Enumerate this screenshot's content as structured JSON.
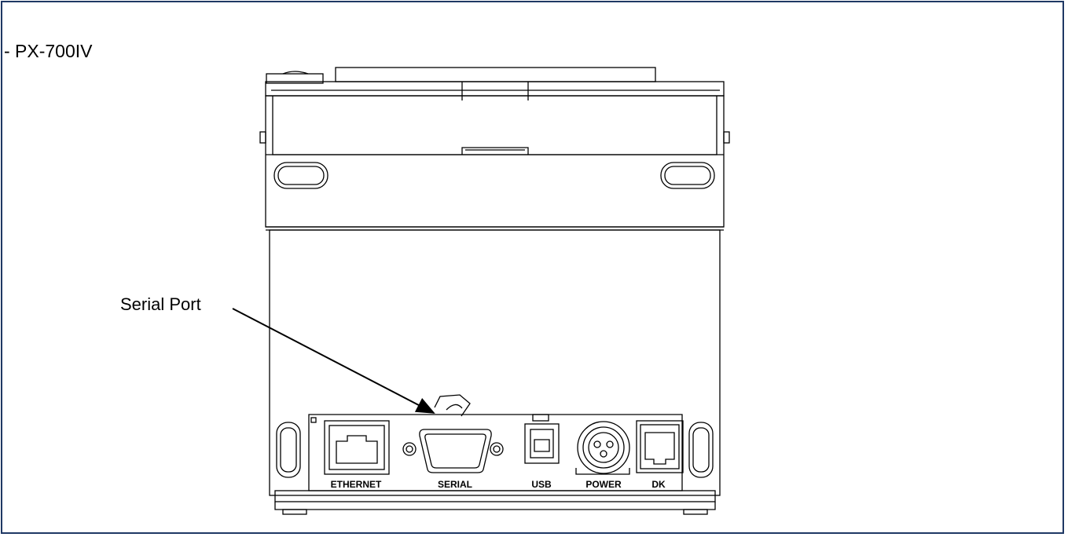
{
  "title": "- PX-700IV",
  "callout": {
    "label": "Serial Port"
  },
  "ports": {
    "ethernet": "ETHERNET",
    "serial": "SERIAL",
    "usb": "USB",
    "power": "POWER",
    "dk": "DK"
  },
  "colors": {
    "frame": "#1f3864",
    "line": "#000000"
  }
}
